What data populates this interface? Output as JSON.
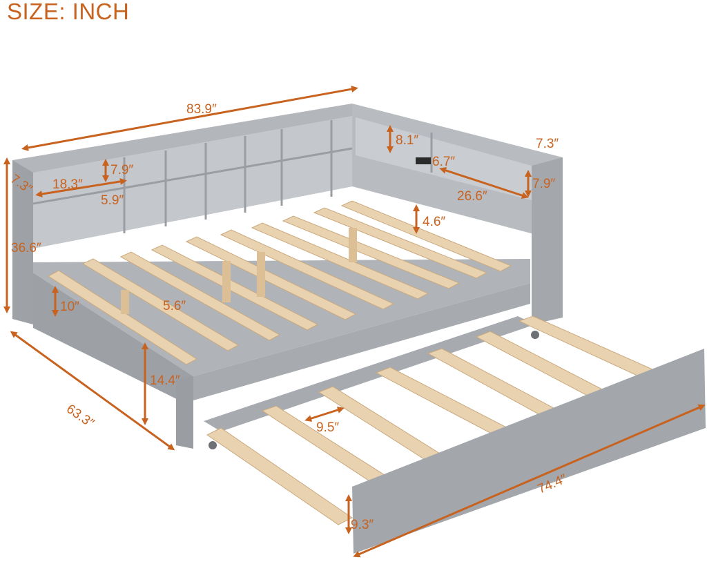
{
  "header": {
    "title": "SIZE: INCH"
  },
  "colors": {
    "dimension": "#c8621f",
    "frame": "#a9adb2",
    "frame_dark": "#8c9095",
    "slat": "#e8d2b0",
    "slat_edge": "#caa97d"
  },
  "dimensions": {
    "overall_length": "83.9″",
    "overall_depth": "63.3″",
    "headboard_height": "36.6″",
    "headboard_depth_left": "7.3″",
    "headboard_depth_right": "7.3″",
    "shelf_width": "18.3″",
    "shelf_height_left": "7.9″",
    "shelf_depth": "5.9″",
    "side_shelf_height": "8.1″",
    "side_shelf_depth": "6.7″",
    "side_shelf_width": "26.6″",
    "side_shelf_height_right": "7.9″",
    "slat_to_rail": "4.6″",
    "rail_height": "10″",
    "slat_gap": "5.6″",
    "leg_height": "14.4″",
    "trundle_slat_gap": "9.5″",
    "trundle_length": "74.4″",
    "trundle_height": "9.3″"
  }
}
